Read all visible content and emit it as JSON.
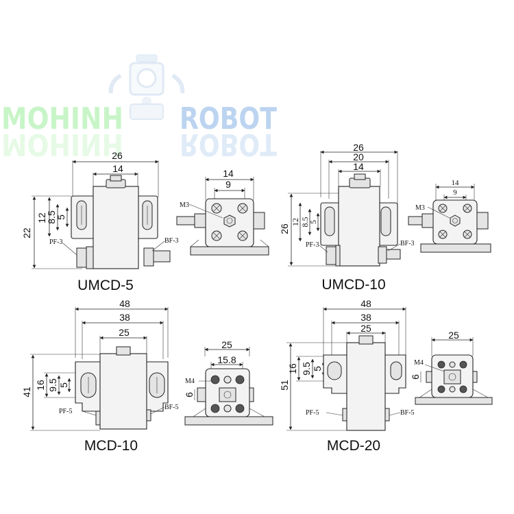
{
  "watermark": {
    "left_word": "MOHINH",
    "right_word": "ROBOT",
    "left_color": "#c8f5c8",
    "right_color": "#bcd4f0"
  },
  "models": [
    {
      "name": "UMCD-5",
      "front": {
        "overall_width": "26",
        "bracket_width": "14",
        "height": "22",
        "slot_height": "12",
        "slot_pitch": "8.5",
        "slot_width": "5",
        "port_left": "PF-3",
        "port_right": "BF-3"
      },
      "side": {
        "width_outer": "14",
        "width_inner": "9",
        "screw": "M3"
      }
    },
    {
      "name": "UMCD-10",
      "front": {
        "overall_width": "26",
        "mid_width": "20",
        "bracket_width": "14",
        "height": "26",
        "slot_height": "12",
        "slot_pitch": "8.5",
        "slot_width": "5",
        "port_left": "PF-3",
        "port_right": "BF-3"
      },
      "side": {
        "width_outer": "14",
        "width_inner": "9",
        "screw": "M3"
      }
    },
    {
      "name": "MCD-10",
      "front": {
        "overall_width": "48",
        "mid_width": "38",
        "bracket_width": "25",
        "height": "41",
        "slot_height": "16",
        "slot_pitch": "9.5",
        "slot_width": "5",
        "port_left": "PF-5",
        "port_right": "BF-5"
      },
      "side": {
        "width_outer": "25",
        "width_inner": "15.8",
        "screw": "M4",
        "port_offset": "6"
      }
    },
    {
      "name": "MCD-20",
      "front": {
        "overall_width": "48",
        "mid_width": "38",
        "bracket_width": "25",
        "height": "51",
        "slot_height": "16",
        "slot_pitch": "9.5",
        "slot_width": "5",
        "port_left": "PF-5",
        "port_right": "BF-5"
      },
      "side": {
        "width_outer": "25",
        "screw": "M4",
        "port_offset": "6"
      }
    }
  ]
}
